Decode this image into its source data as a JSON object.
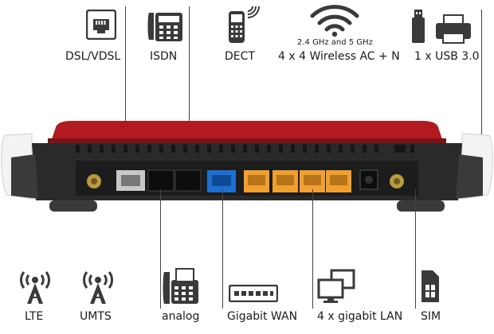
{
  "top_labels": {
    "dsl": "DSL/VDSL",
    "isdn": "ISDN",
    "dect": "DECT",
    "wifi_freq": "2.4 GHz and 5 GHz",
    "wifi": "4 x 4 Wireless AC + N",
    "usb": "1 x USB 3.0"
  },
  "bottom_labels": {
    "lte": "LTE",
    "umts": "UMTS",
    "analog": "analog",
    "gigabit_wan": "Gigabit WAN",
    "gigabit_lan": "4 x gigabit LAN",
    "sim": "SIM"
  },
  "colors": {
    "router_red": "#b11a1f",
    "router_body": "#2a2a2a",
    "wan_port": "#1e6fd0",
    "lan_port": "#f0a030",
    "icon": "#3a3a3a"
  },
  "icons": [
    "ethernet-port-icon",
    "desk-phone-icon",
    "dect-phone-icon",
    "wifi-icon",
    "usb-icon",
    "printer-icon",
    "antenna-icon",
    "fax-icon",
    "switch-icon",
    "monitors-icon",
    "sim-card-icon"
  ]
}
